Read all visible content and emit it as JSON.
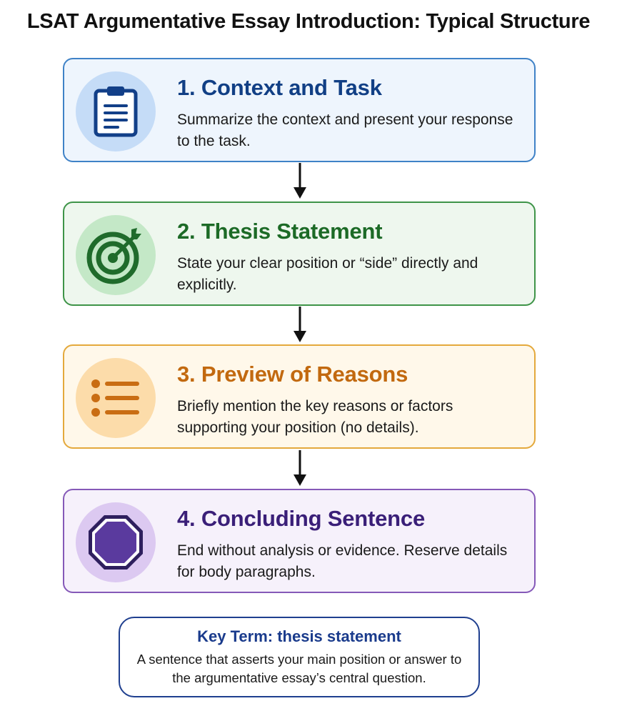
{
  "title": "LSAT Argumentative Essay Introduction: Typical Structure",
  "steps": [
    {
      "heading": "1. Context and Task",
      "description": "Summarize the context and present your response to the task.",
      "icon": "clipboard-icon",
      "color": "#113f85"
    },
    {
      "heading": "2. Thesis Statement",
      "description": "State your clear position or “side” directly and explicitly.",
      "icon": "target-icon",
      "color": "#1c6a26"
    },
    {
      "heading": "3. Preview of Reasons",
      "description": "Briefly mention the key reasons or factors supporting your position (no details).",
      "icon": "list-icon",
      "color": "#c2690f"
    },
    {
      "heading": "4. Concluding Sentence",
      "description": "End without analysis or evidence. Reserve details for body paragraphs.",
      "icon": "stop-sign-icon",
      "color": "#3a1f78"
    }
  ],
  "key_term": {
    "title": "Key Term: thesis statement",
    "description": "A sentence that asserts your main position or answer to the argumentative essay’s central question."
  }
}
